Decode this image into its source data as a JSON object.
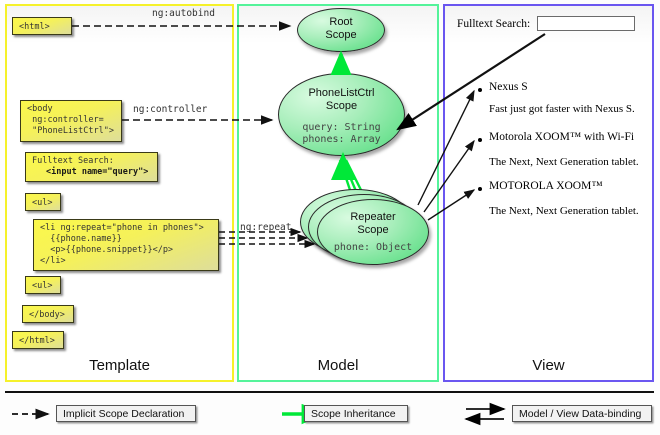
{
  "panels": {
    "template": {
      "label": "Template",
      "border_color": "#f5f12a"
    },
    "model": {
      "label": "Model",
      "border_color": "#54f39a"
    },
    "view": {
      "label": "View",
      "border_color": "#6a56f0"
    }
  },
  "template_code_boxes": [
    {
      "name": "html-open",
      "text": "<html>"
    },
    {
      "name": "body-open",
      "text": "<body\n ng:controller=\n \"PhoneListCtrl\">"
    },
    {
      "name": "search-field",
      "line1": "Fulltext Search:",
      "line2": "<input name=\"query\">"
    },
    {
      "name": "ul-open",
      "text": "<ul>"
    },
    {
      "name": "li-repeat",
      "text": "<li ng:repeat=\"phone in phones\">\n  {{phone.name}}\n  <p>{{phone.snippet}}</p>\n</li>"
    },
    {
      "name": "ul-close",
      "text": "<ul>"
    },
    {
      "name": "body-close",
      "text": "</body>"
    },
    {
      "name": "html-close",
      "text": "</html>"
    }
  ],
  "edge_labels": {
    "autobind": "ng:autobind",
    "controller": "ng:controller",
    "repeat": "ng:repeat"
  },
  "scopes": [
    {
      "name": "root-scope",
      "title_line1": "Root",
      "title_line2": "Scope",
      "props": []
    },
    {
      "name": "phonelistctrl-scope",
      "title_line1": "PhoneListCtrl",
      "title_line2": "Scope",
      "props": [
        {
          "text": "query: String",
          "emphasis": true
        },
        {
          "text": "phones: Array",
          "emphasis": false
        }
      ]
    },
    {
      "name": "repeater-scope",
      "title_line1": "Repeater",
      "title_line2": "Scope",
      "props": [
        {
          "text": "phone: Object",
          "emphasis": false
        }
      ]
    }
  ],
  "view": {
    "search_label": "Fulltext Search:",
    "search_value": "",
    "phones": [
      {
        "name": "Nexus S",
        "snippet": "Fast just got faster with Nexus S."
      },
      {
        "name": "Motorola XOOM™  with Wi-Fi",
        "snippet": "The Next, Next Generation tablet."
      },
      {
        "name": "MOTOROLA XOOM™",
        "snippet": "The Next, Next Generation tablet."
      }
    ]
  },
  "legend": [
    {
      "name": "implicit-scope-declaration",
      "label": "Implicit Scope Declaration",
      "style": "dashed-black-arrow"
    },
    {
      "name": "scope-inheritance",
      "label": "Scope Inheritance",
      "style": "solid-green-arrow"
    },
    {
      "name": "model-view-data-binding",
      "label": "Model / View Data-binding",
      "style": "double-black-arrow"
    }
  ],
  "colors": {
    "template_border": "#f5f12a",
    "model_border": "#54f39a",
    "view_border": "#6a56f0",
    "scope_green": "#73e395",
    "code_yellow": "#f5f15a",
    "inheritance_green": "#00e838"
  }
}
